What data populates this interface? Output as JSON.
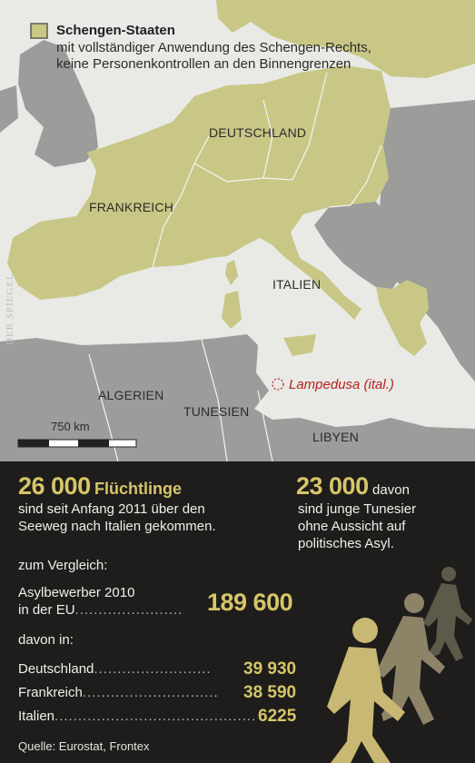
{
  "legend": {
    "title": "Schengen-Staaten",
    "line1": "mit vollständiger Anwendung des Schengen-Rechts,",
    "line2": "keine Personenkontrollen an den Binnengrenzen"
  },
  "map": {
    "labels": {
      "deutschland": "DEUTSCHLAND",
      "frankreich": "FRANKREICH",
      "italien": "ITALIEN",
      "algerien": "ALGERIEN",
      "tunesien": "TUNESIEN",
      "libyen": "LIBYEN",
      "lampedusa": "Lampedusa (ital.)"
    },
    "scale_label": "750 km",
    "watermark": "DER SPIEGEL",
    "colors": {
      "sea": "#e9e9e6",
      "schengen": "#c8c786",
      "other_land": "#9c9c9a",
      "lampedusa": "#b5231c"
    }
  },
  "stats": {
    "refugees_number": "26 000",
    "refugees_word": "Flüchtlinge",
    "refugees_line1": "sind seit Anfang 2011 über den",
    "refugees_line2": "Seeweg nach Italien gekommen.",
    "tunisians_number": "23 000",
    "tunisians_word": "davon",
    "tunisians_line1": "sind junge Tunesier",
    "tunisians_line2": "ohne Aussicht auf",
    "tunisians_line3": "politisches Asyl.",
    "compare_label": "zum Vergleich:",
    "asylum_line1": "Asylbewerber 2010",
    "asylum_line2": "in der EU",
    "asylum_total": "189 600",
    "of_which": "davon in:",
    "rows": [
      {
        "country": "Deutschland",
        "value": "39 930"
      },
      {
        "country": "Frankreich",
        "value": "38 590"
      },
      {
        "country": "Italien",
        "value": "6225"
      }
    ],
    "source": "Quelle: Eurostat, Frontex"
  }
}
